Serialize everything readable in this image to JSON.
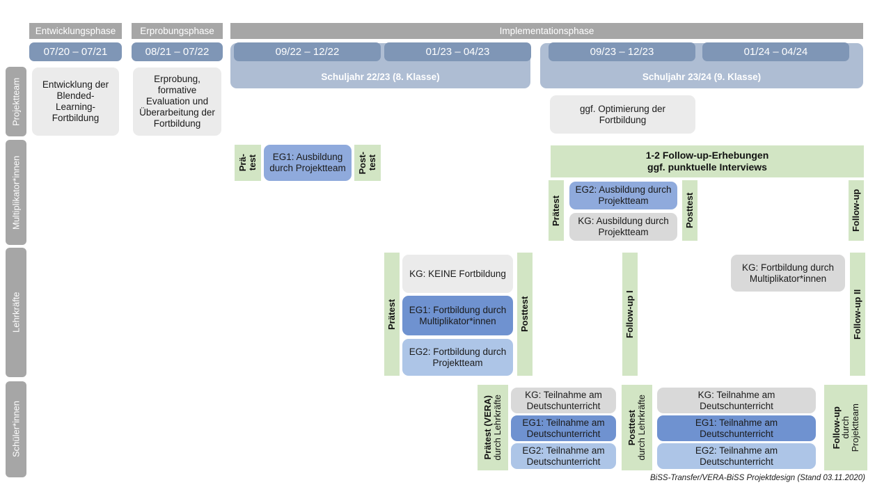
{
  "figure": {
    "caption": "BiSS-Transfer/VERA-BiSS Projektdesign (Stand 03.11.2020)"
  },
  "colors": {
    "phase_band": "#a6a6a6",
    "date_chip": "#7f96b6",
    "year_band": "#aebdd3",
    "row_label": "#a6a6a6",
    "green": "#d2e5c4",
    "gray_light": "#ebebeb",
    "gray_mid": "#d9d9d9",
    "blue_mid": "#8faadc",
    "blue_dark": "#6f92d0",
    "blue_light": "#adc5e7"
  },
  "phases": [
    {
      "label": "Entwicklungsphase"
    },
    {
      "label": "Erprobungsphase"
    },
    {
      "label": "Implementationsphase"
    }
  ],
  "periods": [
    {
      "label": "07/20 – 07/21"
    },
    {
      "label": "08/21 – 07/22"
    },
    {
      "label": "09/22 – 12/22"
    },
    {
      "label": "01/23 – 04/23"
    },
    {
      "label": "09/23 – 12/23"
    },
    {
      "label": "01/24 – 04/24"
    }
  ],
  "school_years": [
    {
      "label": "Schuljahr 22/23 (8. Klasse)"
    },
    {
      "label": "Schuljahr 23/24 (9. Klasse)"
    }
  ],
  "rows": [
    {
      "label": "Projektteam"
    },
    {
      "label": "Multiplikator*innen"
    },
    {
      "label": "Lehrkräfte"
    },
    {
      "label": "Schüler*innen"
    }
  ],
  "projektteam": {
    "entwicklung": "Entwicklung der Blended-Learning-Fortbildung",
    "erprobung": "Erprobung, formative Evaluation und Überarbeitung der Fortbildung",
    "optimierung": "ggf. Optimierung der Fortbildung"
  },
  "multiplikatoren": {
    "praetest_1a": "Prä-",
    "praetest_1b": "test",
    "eg1": "EG1: Ausbildung durch Projektteam",
    "posttest_1a": "Post-",
    "posttest_1b": "test",
    "followup_banner_line1": "1-2 Follow-up-Erhebungen",
    "followup_banner_line2": "ggf. punktuelle Interviews",
    "praetest_2": "Prätest",
    "eg2": "EG2: Ausbildung durch Projektteam",
    "kg": "KG: Ausbildung durch Projektteam",
    "posttest_2": "Posttest",
    "followup": "Follow-up"
  },
  "lehrkraefte": {
    "praetest": "Prätest",
    "kg": "KG:  KEINE Fortbildung",
    "eg1": "EG1: Fortbildung durch Multiplikator*innen",
    "eg2": "EG2: Fortbildung durch Projektteam",
    "posttest": "Posttest",
    "followup_1": "Follow-up I",
    "kg_2": "KG: Fortbildung durch Multiplikator*innen",
    "followup_2": "Follow-up II"
  },
  "schueler": {
    "praetest_main": "Prätest (VERA)",
    "praetest_sub": "durch Lehrkräfte",
    "kg_1": "KG: Teilnahme am Deutschunterricht",
    "eg1_1": "EG1: Teilnahme am Deutschunterricht",
    "eg2_1": "EG2: Teilnahme am Deutschunterricht",
    "posttest_main": "Posttest",
    "posttest_sub": "durch Lehrkräfte",
    "kg_2": "KG: Teilnahme am Deutschunterricht",
    "eg1_2": "EG1: Teilnahme am Deutschunterricht",
    "eg2_2": "EG2: Teilnahme am Deutschunterricht",
    "followup_main": "Follow-up",
    "followup_sub1": "durch",
    "followup_sub2": "Projektteam"
  }
}
